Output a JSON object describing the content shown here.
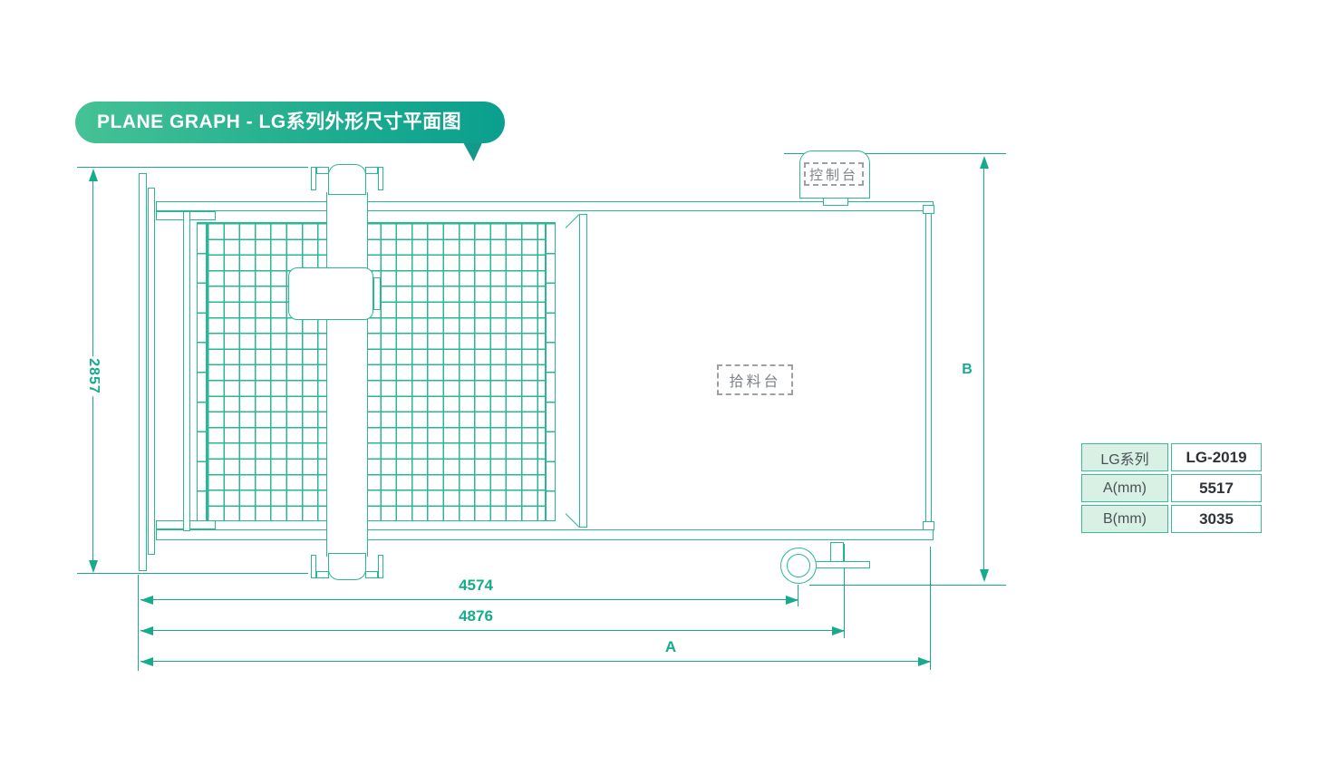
{
  "title": {
    "text": "PLANE GRAPH - LG系列外形尺寸平面图"
  },
  "diagram": {
    "console_label": "控制台",
    "picking_table_label": "拾料台",
    "dimensions": {
      "left_height": "2857",
      "bottom_first": "4574",
      "bottom_second": "4876",
      "overall_length": "A",
      "overall_depth": "B"
    }
  },
  "table": {
    "rows": [
      {
        "label": "LG系列",
        "value": "LG-2019"
      },
      {
        "label": "A(mm)",
        "value": "5517"
      },
      {
        "label": "B(mm)",
        "value": "3035"
      }
    ]
  },
  "colors": {
    "machine_line": "#2ab795",
    "dimension_line": "#17ab8c",
    "title_gradient_start": "#45c295",
    "title_gradient_end": "#0a9f8e",
    "title_tail": "#14988a",
    "table_border": "#36bd96",
    "table_cell_bg": "#d9f1e5",
    "label_gray": "#7d8388"
  }
}
